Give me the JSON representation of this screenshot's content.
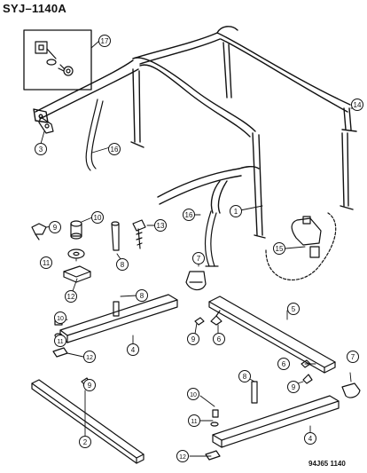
{
  "header": {
    "title": "SYJ–1140A"
  },
  "footer": {
    "code": "94J65  1140"
  },
  "callouts": {
    "c1": "1",
    "c2": "2",
    "c3": "3",
    "c4a": "4",
    "c4b": "4",
    "c5": "5",
    "c6a": "6",
    "c6b": "6",
    "c7a": "7",
    "c7b": "7",
    "c8a": "8",
    "c8b": "8",
    "c8c": "8",
    "c9a": "9",
    "c9b": "9",
    "c9c": "9",
    "c9d": "9",
    "c10a": "10",
    "c10b": "10",
    "c10c": "10",
    "c11a": "11",
    "c11b": "11",
    "c11c": "11",
    "c12a": "12",
    "c12b": "12",
    "c12c": "12",
    "c13": "13",
    "c14": "14",
    "c15": "15",
    "c16a": "16",
    "c16b": "16",
    "c17": "17"
  }
}
